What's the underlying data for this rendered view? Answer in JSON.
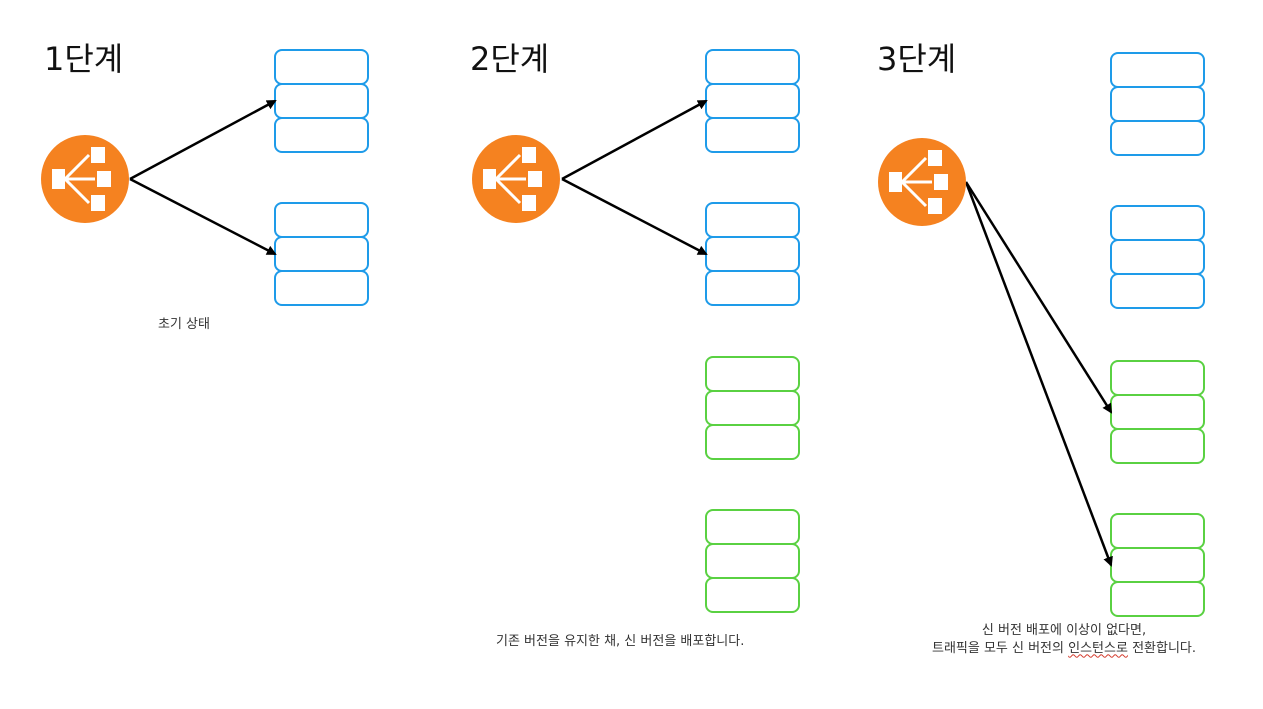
{
  "colors": {
    "balancer": "#f58220",
    "blue_instance": "#1e9be9",
    "green_instance": "#5ad142",
    "arrow": "#000000"
  },
  "icons": {
    "balancer": "load-balancer-icon"
  },
  "stages": [
    {
      "title": "1단계",
      "caption_lines": [
        "초기 상태"
      ],
      "groups": [
        "blue",
        "blue"
      ],
      "targets": [
        0,
        1
      ]
    },
    {
      "title": "2단계",
      "caption_lines": [
        "기존 버전을 유지한 채, 신 버전을 배포합니다."
      ],
      "groups": [
        "blue",
        "blue",
        "green",
        "green"
      ],
      "targets": [
        0,
        1
      ]
    },
    {
      "title": "3단계",
      "caption_lines": [
        "신 버전 배포에 이상이 없다면,"
      ],
      "caption_line2": {
        "before": "트래픽을 모두 신 버전의 ",
        "underlined": "인스턴스로",
        "after": " 전환합니다."
      },
      "groups": [
        "blue",
        "blue",
        "green",
        "green"
      ],
      "targets": [
        2,
        3
      ]
    }
  ]
}
